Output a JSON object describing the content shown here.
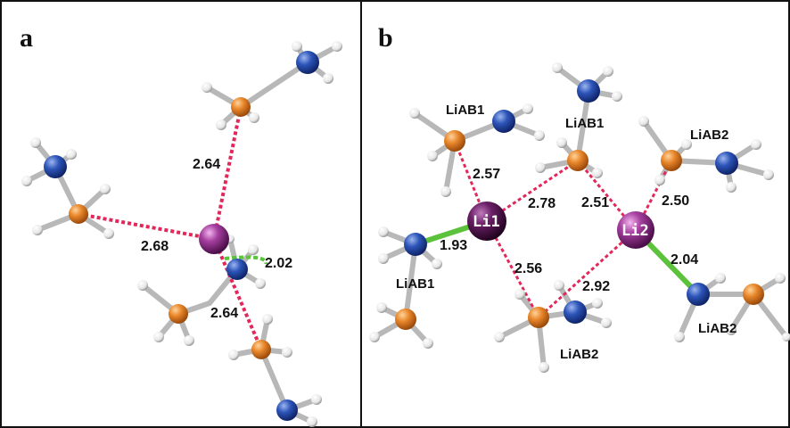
{
  "colors": {
    "boron": "#e8862a",
    "nitrogen": "#2c54b8",
    "lithium": "#8e2f8a",
    "hydrogen": "#f2f2f2",
    "covalent_bond": "#b8b8b8",
    "contact_bond": "#e2285a",
    "li_n_bond": "#5cc23c"
  },
  "panels": [
    {
      "letter": "a",
      "distances": [
        "2.64",
        "2.68",
        "2.02",
        "2.64"
      ]
    },
    {
      "letter": "b",
      "atom_labels": [
        "Li1",
        "Li2"
      ],
      "distances": [
        "2.57",
        "2.78",
        "2.51",
        "2.50",
        "1.93",
        "2.56",
        "2.92",
        "2.04"
      ],
      "molecule_labels": [
        "LiAB1",
        "LiAB1",
        "LiAB2",
        "LiAB1",
        "LiAB2",
        "LiAB2"
      ]
    }
  ]
}
